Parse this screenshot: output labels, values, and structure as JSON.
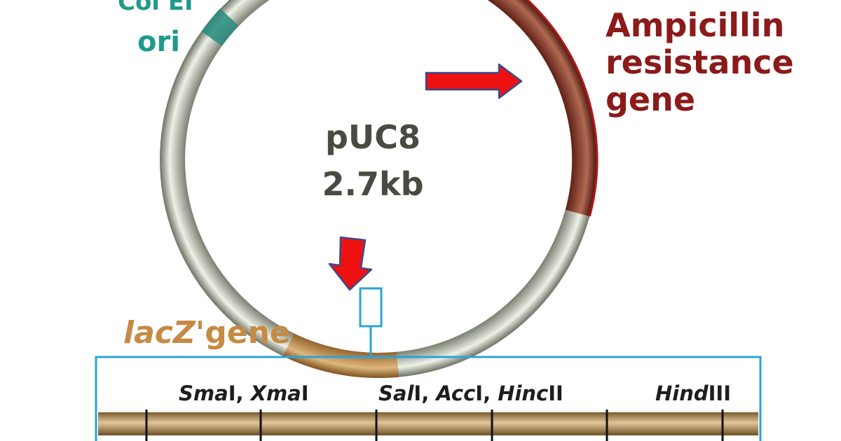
{
  "plasmid": {
    "name": "pUC8",
    "size": "2.7kb"
  },
  "origin": {
    "line1": "Col EI",
    "line2": "ori",
    "color": "#1f9a8a"
  },
  "amp": {
    "line1": "Ampicillin",
    "line2": "resistance",
    "line3": "gene",
    "color": "#8b1a1a"
  },
  "lacz": {
    "italic": "lacZ'",
    "rest": "gene",
    "color": "#c68a45"
  },
  "mcs": {
    "sites": [
      {
        "enzymes": [
          {
            "it": "Sma",
            "rom": "I"
          },
          {
            "it": "Xma",
            "rom": "I"
          }
        ]
      },
      {
        "enzymes": [
          {
            "it": "Sal",
            "rom": "I"
          },
          {
            "it": "Acc",
            "rom": "I"
          },
          {
            "it": "Hinc",
            "rom": "II"
          }
        ]
      },
      {
        "enzymes": [
          {
            "it": "Hind",
            "rom": "III"
          }
        ]
      }
    ],
    "box_color": "#2ba3d9"
  },
  "arrow_color": "#ee1111"
}
